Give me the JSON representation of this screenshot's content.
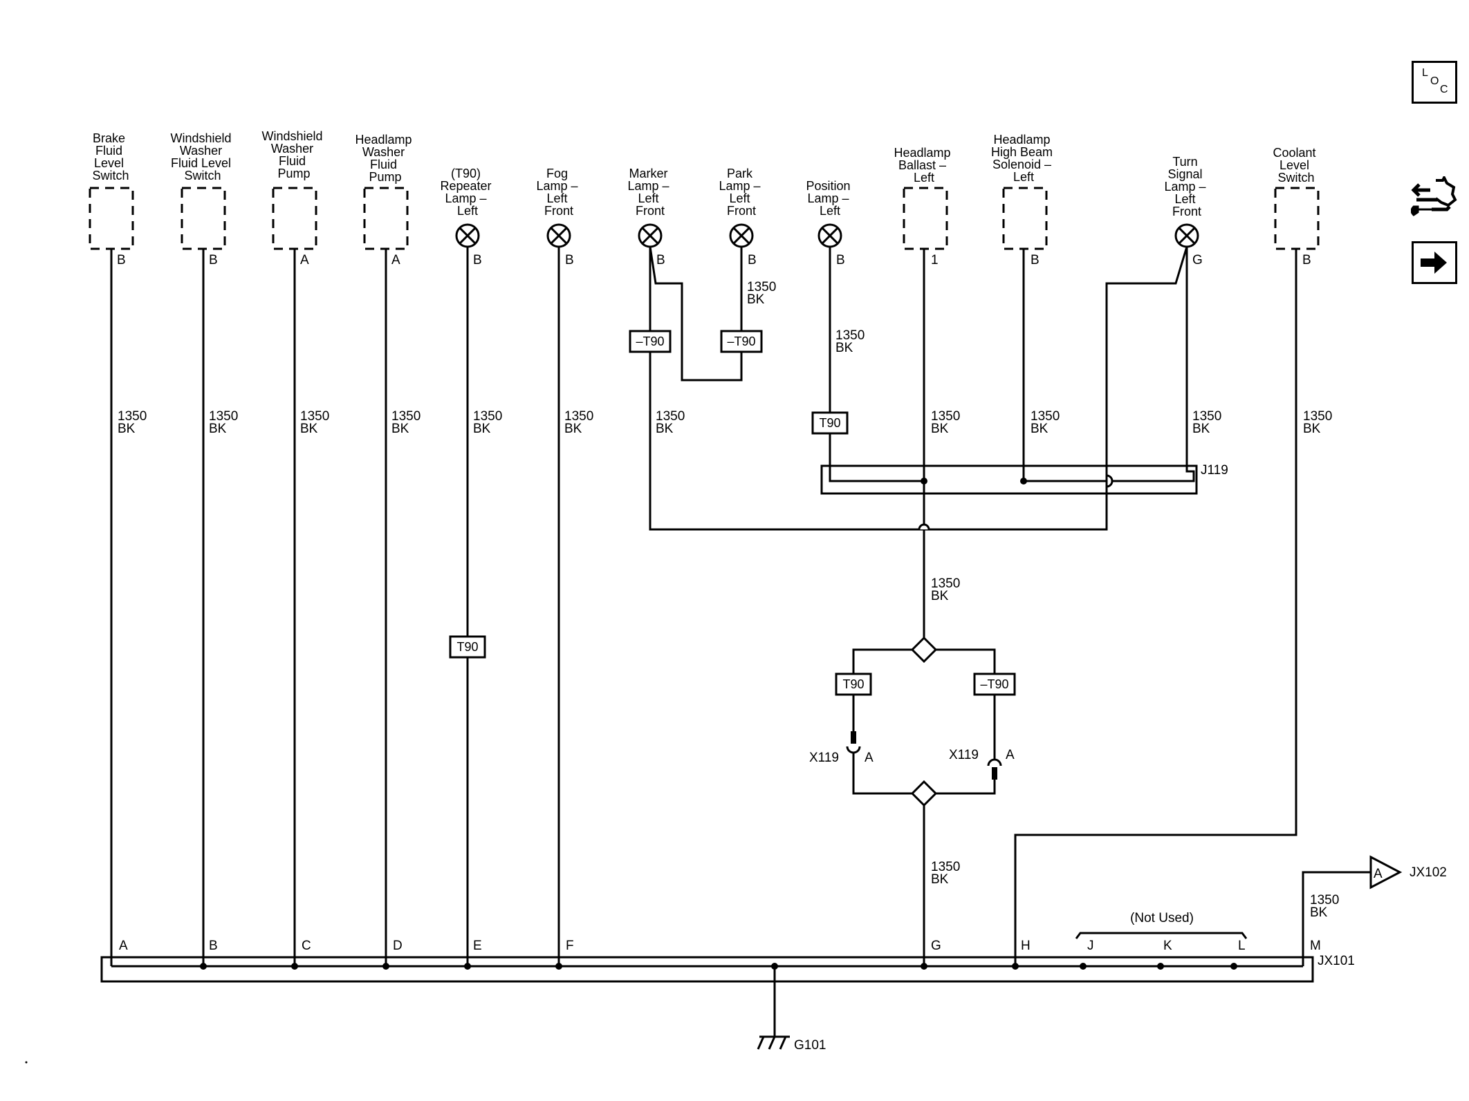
{
  "components": {
    "brake_fluid": [
      "Brake",
      "Fluid",
      "Level",
      "Switch"
    ],
    "ws_washer_level": [
      "Windshield",
      "Washer",
      "Fluid Level",
      "Switch"
    ],
    "ws_washer_pump": [
      "Windshield",
      "Washer",
      "Fluid",
      "Pump"
    ],
    "hl_washer_pump": [
      "Headlamp",
      "Washer",
      "Fluid",
      "Pump"
    ],
    "repeater": [
      "(T90)",
      "Repeater",
      "Lamp –",
      "Left"
    ],
    "fog": [
      "Fog",
      "Lamp –",
      "Left",
      "Front"
    ],
    "marker": [
      "Marker",
      "Lamp –",
      "Left",
      "Front"
    ],
    "park": [
      "Park",
      "Lamp –",
      "Left",
      "Front"
    ],
    "position": [
      "Position",
      "Lamp –",
      "Left"
    ],
    "ballast": [
      "Headlamp",
      "Ballast –",
      "Left"
    ],
    "highbeam": [
      "Headlamp",
      "High Beam",
      "Solenoid –",
      "Left"
    ],
    "turn": [
      "Turn",
      "Signal",
      "Lamp –",
      "Left",
      "Front"
    ],
    "coolant": [
      "Coolant",
      "Level",
      "Switch"
    ]
  },
  "pins": {
    "brake_fluid": "B",
    "ws_washer_level": "B",
    "ws_washer_pump": "A",
    "hl_washer_pump": "A",
    "repeater": "B",
    "fog": "B",
    "marker": "B",
    "park": "B",
    "position": "B",
    "ballast": "1",
    "highbeam": "B",
    "turn": "G",
    "coolant": "B"
  },
  "wire": {
    "circuit": "1350",
    "color": "BK"
  },
  "options": {
    "t90": "T90",
    "not_t90": "–T90"
  },
  "splices": {
    "j119": "J119",
    "jx101": "JX101",
    "jx102": "JX102",
    "ground": "G101"
  },
  "connector_x119": {
    "name": "X119",
    "pin": "A"
  },
  "jx101_pins": [
    "A",
    "B",
    "C",
    "D",
    "E",
    "F",
    "G",
    "H",
    "J",
    "K",
    "L",
    "M"
  ],
  "jx102_pin": "A",
  "not_used": "(Not Used)",
  "sidebar": {
    "loc_icon": [
      "L",
      "O",
      "C"
    ]
  }
}
